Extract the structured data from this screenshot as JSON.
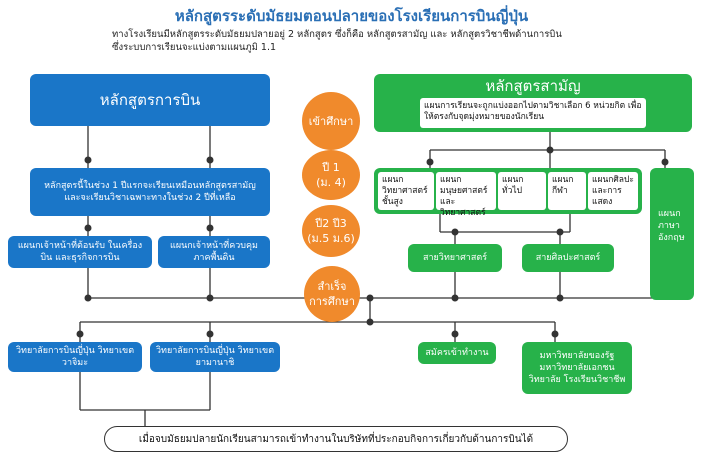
{
  "title": "หลักสูตรระดับมัธยมตอนปลายของโรงเรียนการบินญี่ปุ่น",
  "intro": {
    "line1": "ทางโรงเรียนมีหลักสูตรระดับมัธยมปลายอยู่ 2 หลักสูตร ซึ่งก็คือ หลักสูตรสามัญ และ หลักสูตรวิชาชีพด้านการบิน",
    "line2": "ซึ่งระบบการเรียนจะแบ่งตามแผนภูมิ 1.1"
  },
  "aviation": {
    "title": "หลักสูตรการบิน",
    "desc": "หลักสูตรนี้ในช่วง 1 ปีแรกจะเรียนเหมือนหลักสูตรสามัญ และจะเรียนวิชาเฉพาะทางในช่วง 2 ปีที่เหลือ",
    "branch1": "แผนกเจ้าหน้าที่ต้อนรับ ในเครื่องบิน และธุรกิจการบิน",
    "branch2": "แผนกเจ้าหน้าที่ควบคุม ภาคพื้นดิน"
  },
  "general": {
    "title": "หลักสูตรสามัญ",
    "desc": "แผนการเรียนจะถูกแบ่งออกไปตามวิชาเลือก 6 หน่วยกิต เพื่อให้ตรงกับจุดมุ่งหมายของนักเรียน",
    "depts": [
      "แผนก วิทยาศาสตร์ ชั้นสูง",
      "แผนก มนุษยศาสตร์ และวิทยาศาสตร์",
      "แผนกทั่วไป",
      "แผนกกีฬา",
      "แผนกศิลปะ และการแสดง"
    ],
    "lang": "แผนก ภาษา อังกฤษ",
    "science_stream": "สายวิทยาศาสตร์",
    "arts_stream": "สายศิลปะศาสตร์"
  },
  "stages": {
    "entry": "เข้าศึกษา",
    "y1_line1": "ปี 1",
    "y1_line2": "(ม. 4)",
    "y23_line1": "ปี2 ปี3",
    "y23_line2": "(ม.5 ม.6)",
    "grad_line1": "สำเร็จ",
    "grad_line2": "การศึกษา"
  },
  "outcomes": {
    "college1": "วิทยาลัยการบินญี่ปุ่น วิทยาเขตวาจิมะ",
    "college2": "วิทยาลัยการบินญี่ปุ่น วิทยาเขตยามานาชิ",
    "job": "สมัครเข้าทำงาน",
    "univ": "มหาวิทยาลัยของรัฐ มหาวิทยาลัยเอกชน วิทยาลัย โรงเรียนวิชาชีพ"
  },
  "footer": "เมื่อจบมัธยมปลายนักเรียนสามารถเข้าทำงานในบริษัทที่ประกอบกิจการเกี่ยวกับด้านการบินได้",
  "colors": {
    "blue": "#1a76c8",
    "green": "#27b24a",
    "orange": "#f08a2c",
    "title": "#2a6fb5"
  }
}
